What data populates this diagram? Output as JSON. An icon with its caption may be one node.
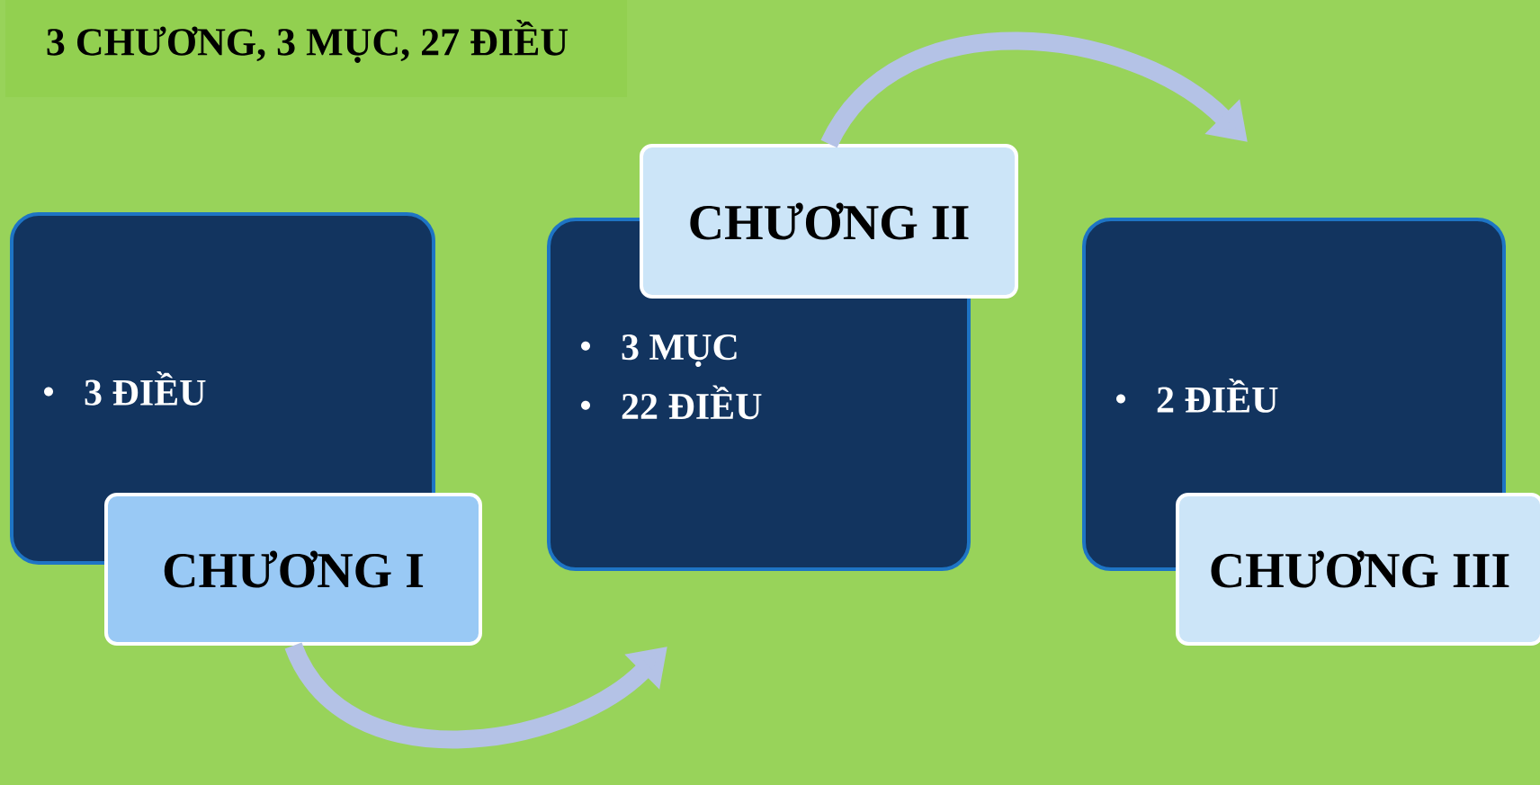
{
  "diagram": {
    "title": "3 CHƯƠNG, 3 MỤC, 27 ĐIỀU",
    "nodes": [
      {
        "text": [
          "3 ĐIỀU"
        ]
      },
      {
        "text": [
          "CHƯƠNG I"
        ]
      },
      {
        "text": [
          "3 MỤC",
          "22 ĐIỀU"
        ]
      },
      {
        "text": [
          "CHƯƠNG II"
        ]
      },
      {
        "text": [
          "2 ĐIỀU"
        ]
      },
      {
        "text": [
          "CHƯƠNG III"
        ]
      }
    ],
    "edges": [
      {
        "from": 1,
        "to": 2,
        "arrow": "to"
      },
      {
        "from": 3,
        "to": 4,
        "arrow": "to"
      }
    ]
  }
}
